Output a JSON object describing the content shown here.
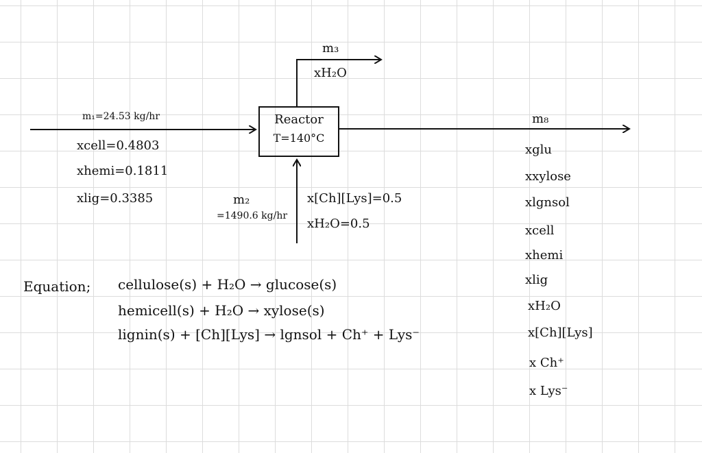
{
  "reactor": {
    "name": "Reactor",
    "temperature": "T=140°C"
  },
  "stream1": {
    "label": "m₁=24.53 kg/hr",
    "compositions": [
      "xcell=0.4803",
      "xhemi=0.1811",
      "xlig=0.3385"
    ]
  },
  "stream2": {
    "label": "m₂",
    "flow": "=1490.6 kg/hr",
    "compositions": [
      "x[Ch][Lys]=0.5",
      "xH₂O=0.5"
    ]
  },
  "stream3": {
    "label": "m₃",
    "compositions": [
      "xH₂O"
    ]
  },
  "stream8": {
    "label": "m₈",
    "compositions": [
      "xglu",
      "xxylose",
      "xlgnsol",
      "xcell",
      "xhemi",
      "xlig",
      "xH₂O",
      "x[Ch][Lys]",
      "x Ch⁺",
      "x Lys⁻"
    ]
  },
  "equations": {
    "heading": "Equation;",
    "lines": [
      "cellulose(s) + H₂O → glucose(s)",
      "hemicell(s) + H₂O → xylose(s)",
      "lignin(s) + [Ch][Lys] → lgnsol + Ch⁺ + Lys⁻"
    ]
  },
  "colors": {
    "ink": "#111111",
    "grid": "#dcdcdc",
    "background": "#ffffff"
  }
}
